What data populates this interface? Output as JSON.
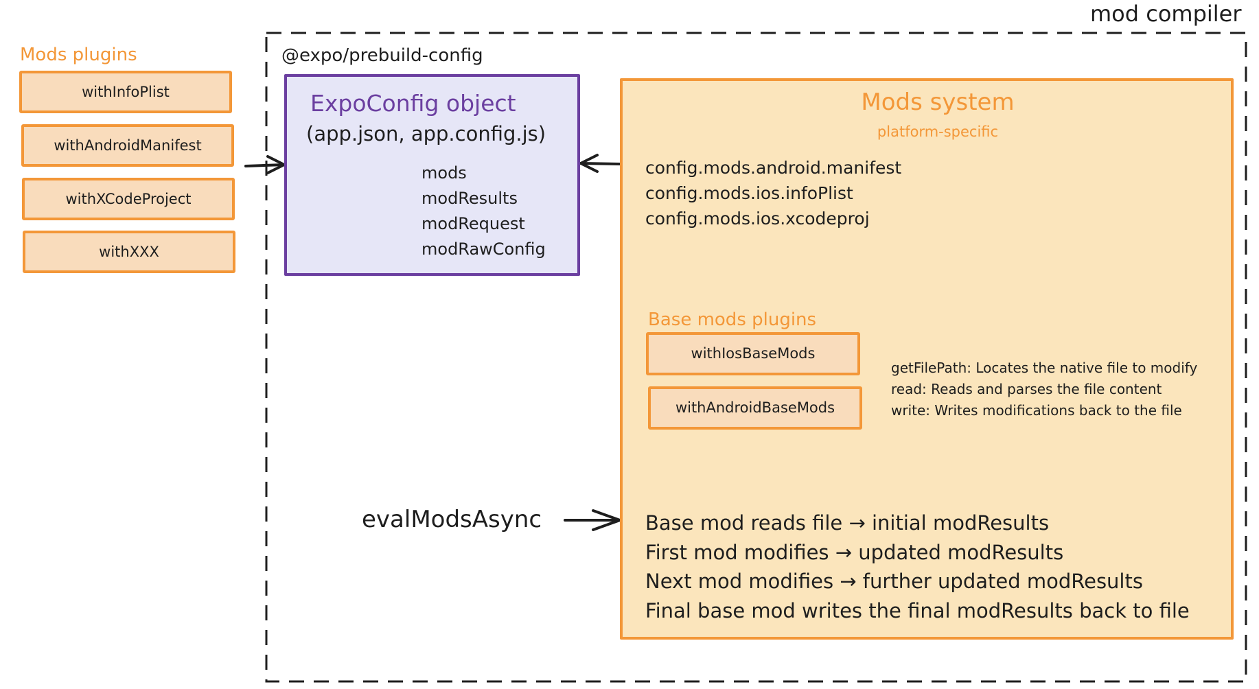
{
  "outer_container": {
    "label": "mod compiler"
  },
  "mods_plugins": {
    "heading": "Mods plugins",
    "items": [
      "withInfoPlist",
      "withAndroidManifest",
      "withXCodeProject",
      "withXXX"
    ]
  },
  "prebuild_config": {
    "label": "@expo/prebuild-config",
    "expo_config": {
      "title": "ExpoConfig object",
      "subtitle": "(app.json, app.config.js)",
      "fields": [
        "mods",
        "modResults",
        "modRequest",
        "modRawConfig"
      ]
    }
  },
  "mods_system": {
    "title": "Mods system",
    "subtitle": "platform-specific",
    "config_paths": [
      "config.mods.android.manifest",
      "config.mods.ios.infoPlist",
      "config.mods.ios.xcodeproj"
    ],
    "base_mods": {
      "heading": "Base mods plugins",
      "items": [
        "withIosBaseMods",
        "withAndroidBaseMods"
      ],
      "descriptions": [
        "getFilePath: Locates the native file to modify",
        "read: Reads and parses the file content",
        "write: Writes modifications back to the file"
      ]
    },
    "flow_steps": [
      "Base mod reads file → initial modResults",
      "First mod modifies → updated modResults",
      "Next mod modifies → further updated modResults",
      "Final base mod writes the final modResults back to file"
    ]
  },
  "eval": {
    "label": "evalModsAsync"
  },
  "colors": {
    "orange": "#F39738",
    "orange_fill": "#FBE5BC",
    "plugin_fill": "#F9DCBC",
    "purple": "#6B3FA0",
    "purple_fill": "#E6E6F7",
    "ink": "#1e1e1e"
  }
}
